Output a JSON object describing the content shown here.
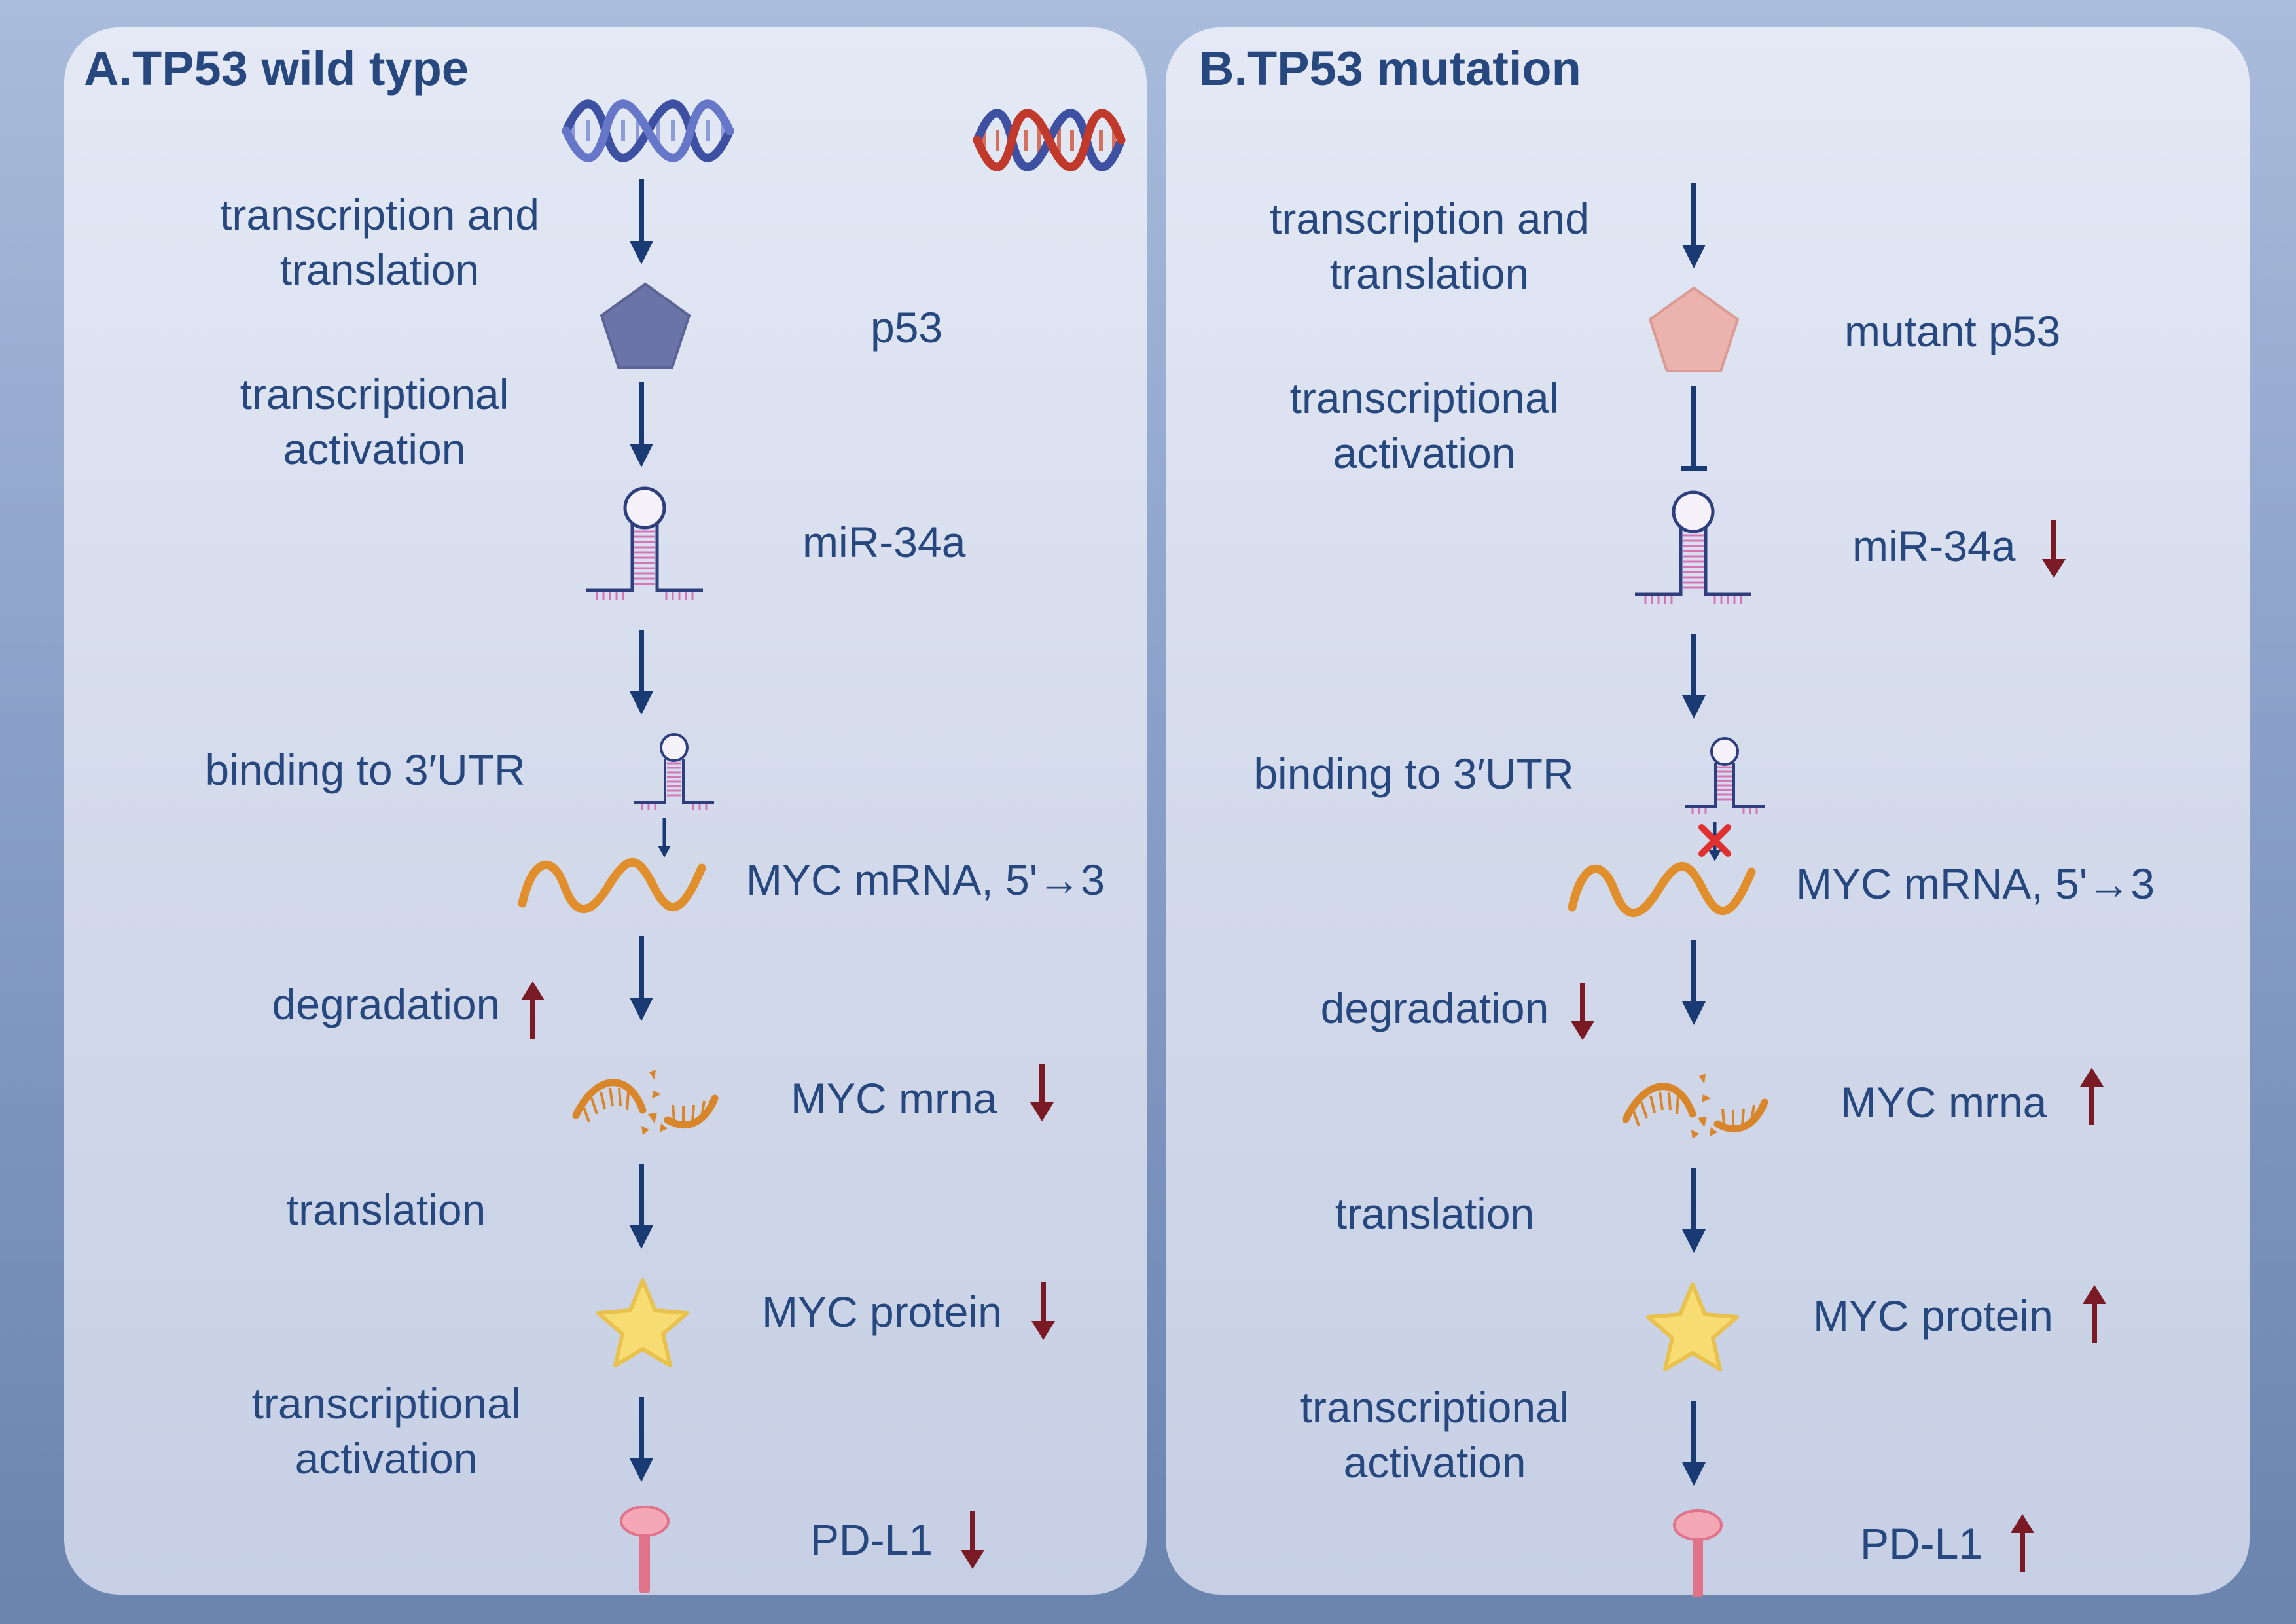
{
  "colors": {
    "background": "#8aa0c8",
    "panel": "#dfe5f2",
    "text": "#27487f",
    "flow_arrow": "#1a3a73",
    "change_arrow": "#7a1a24",
    "wild_type_p53": "#6a74a8",
    "mutant_p53": "#eab3ae",
    "mrna": "#e08f2c",
    "mirna": "#d774b8",
    "protein_star": "#f7dc73",
    "pd_l1": "#e0728a",
    "block_cross": "#e0302f"
  },
  "panels": [
    {
      "id": "a",
      "title": "A.TP53 wild type",
      "dna_icon": "dna-helix-icon",
      "protein_icon": "pentagon-protein-icon",
      "steps": {
        "transcription_translation": [
          "transcription and",
          "translation"
        ],
        "transcriptional_activation_1": [
          "transcriptional",
          "activation"
        ],
        "binding": "binding to 3′UTR",
        "degradation": "degradation",
        "translation": "translation",
        "transcriptional_activation_2": [
          "transcriptional",
          "activation"
        ]
      },
      "molecules": {
        "p53": "p53",
        "mir34a": "miR-34a",
        "myc_mrna": "MYC mRNA, 5'→3",
        "myc_mrna_degraded": "MYC mrna",
        "myc_protein": "MYC protein",
        "pd_l1": "PD-L1"
      },
      "changes": {
        "mir34a": "none",
        "degradation": "up",
        "myc_mrna_degraded": "down",
        "myc_protein": "down",
        "pd_l1": "down"
      },
      "p53_to_mir34a": "activation",
      "binding_blocked": false
    },
    {
      "id": "b",
      "title": "B.TP53 mutation",
      "dna_icon": "mutated-dna-helix-icon",
      "protein_icon": "mutant-pentagon-protein-icon",
      "steps": {
        "transcription_translation": [
          "transcription and",
          "translation"
        ],
        "transcriptional_activation_1": [
          "transcriptional",
          "activation"
        ],
        "binding": "binding to 3′UTR",
        "degradation": "degradation",
        "translation": "translation",
        "transcriptional_activation_2": [
          "transcriptional",
          "activation"
        ]
      },
      "molecules": {
        "p53": "mutant p53",
        "mir34a": "miR-34a",
        "myc_mrna": "MYC mRNA, 5'→3",
        "myc_mrna_degraded": "MYC mrna",
        "myc_protein": "MYC protein",
        "pd_l1": "PD-L1"
      },
      "changes": {
        "mir34a": "down",
        "degradation": "down",
        "myc_mrna_degraded": "up",
        "myc_protein": "up",
        "pd_l1": "up"
      },
      "p53_to_mir34a": "inhibition",
      "binding_blocked": true
    }
  ]
}
